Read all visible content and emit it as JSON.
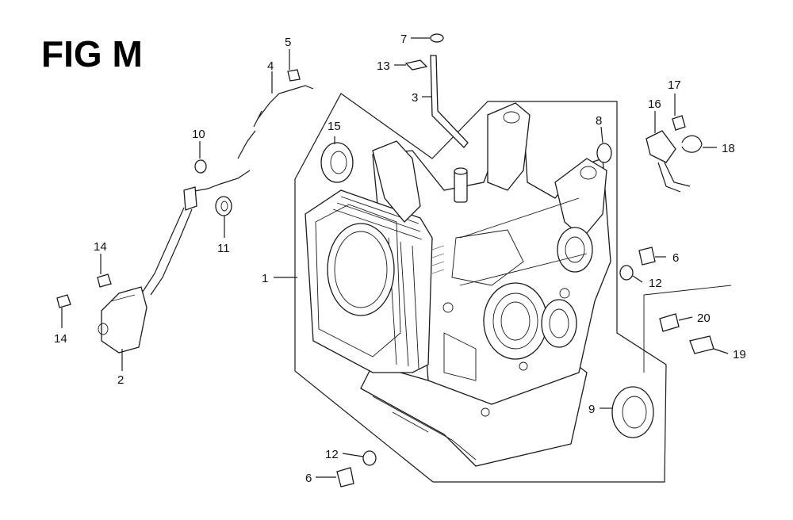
{
  "figure": {
    "title": "FIG M"
  },
  "callouts": {
    "c1": "1",
    "c2": "2",
    "c3": "3",
    "c4": "4",
    "c5": "5",
    "c6a": "6",
    "c6b": "6",
    "c7": "7",
    "c8": "8",
    "c9": "9",
    "c10": "10",
    "c11": "11",
    "c12a": "12",
    "c12b": "12",
    "c13": "13",
    "c14a": "14",
    "c14b": "14",
    "c15": "15",
    "c16": "16",
    "c17": "17",
    "c18": "18",
    "c19": "19",
    "c20": "20"
  }
}
